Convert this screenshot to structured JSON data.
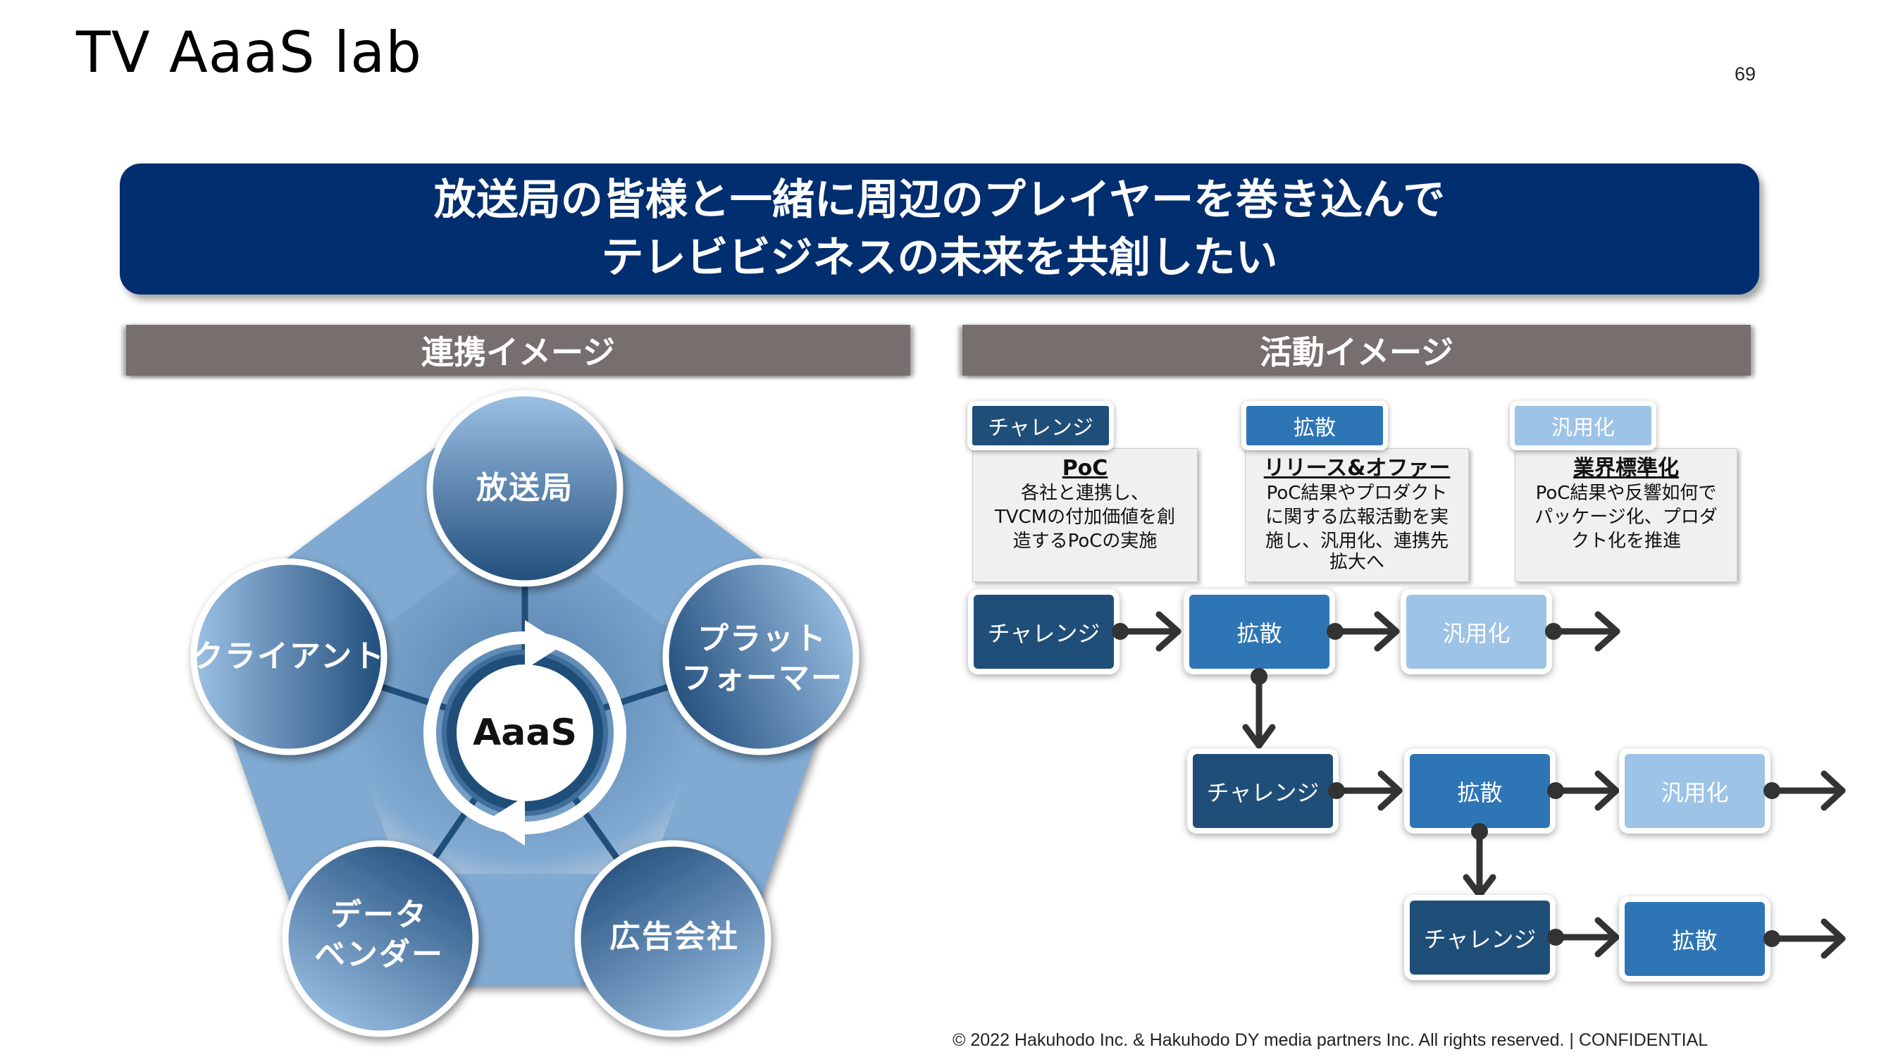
{
  "header": {
    "title": "TV AaaS lab",
    "page_number": "69"
  },
  "banner": {
    "line1": "放送局の皆様と一緒に周辺のプレイヤーを巻き込んで",
    "line2": "テレビビジネスの未来を共創したい"
  },
  "sections": {
    "left_title": "連携イメージ",
    "right_title": "活動イメージ"
  },
  "partnership": {
    "center": "AaaS",
    "nodes": [
      {
        "id": "broadcaster",
        "label": "放送局"
      },
      {
        "id": "platformer",
        "label": "プラット\nフォーマー"
      },
      {
        "id": "ad-agency",
        "label": "広告会社"
      },
      {
        "id": "data-vendor",
        "label": "データ\nベンダー"
      },
      {
        "id": "client",
        "label": "クライアント"
      }
    ]
  },
  "activity": {
    "phases": [
      {
        "tab": "チャレンジ",
        "heading": "PoC",
        "body": [
          "各社と連携し、",
          "TVCMの付加価値を創",
          "造するPoCの実施"
        ]
      },
      {
        "tab": "拡散",
        "heading": "リリース&オファー",
        "body": [
          "PoC結果やプロダクト",
          "に関する広報活動を実",
          "施し、汎用化、連携先",
          "拡大へ"
        ]
      },
      {
        "tab": "汎用化",
        "heading": "業界標準化",
        "body": [
          "PoC結果や反響如何で",
          "パッケージ化、プロダ",
          "クト化を推進"
        ]
      }
    ],
    "flow_rows": [
      [
        "チャレンジ",
        "拡散",
        "汎用化"
      ],
      [
        "チャレンジ",
        "拡散",
        "汎用化"
      ],
      [
        "チャレンジ",
        "拡散"
      ]
    ],
    "colors": {
      "challenge": "#1f4e79",
      "spread": "#2e75b6",
      "generalize": "#9dc3e6"
    }
  },
  "colors": {
    "banner": "#002e6e",
    "section_header": "#766f6e",
    "arrow": "#333333"
  },
  "footer": {
    "copyright": "© 2022 Hakuhodo Inc. & Hakuhodo DY media partners Inc. All rights reserved. | CONFIDENTIAL"
  }
}
